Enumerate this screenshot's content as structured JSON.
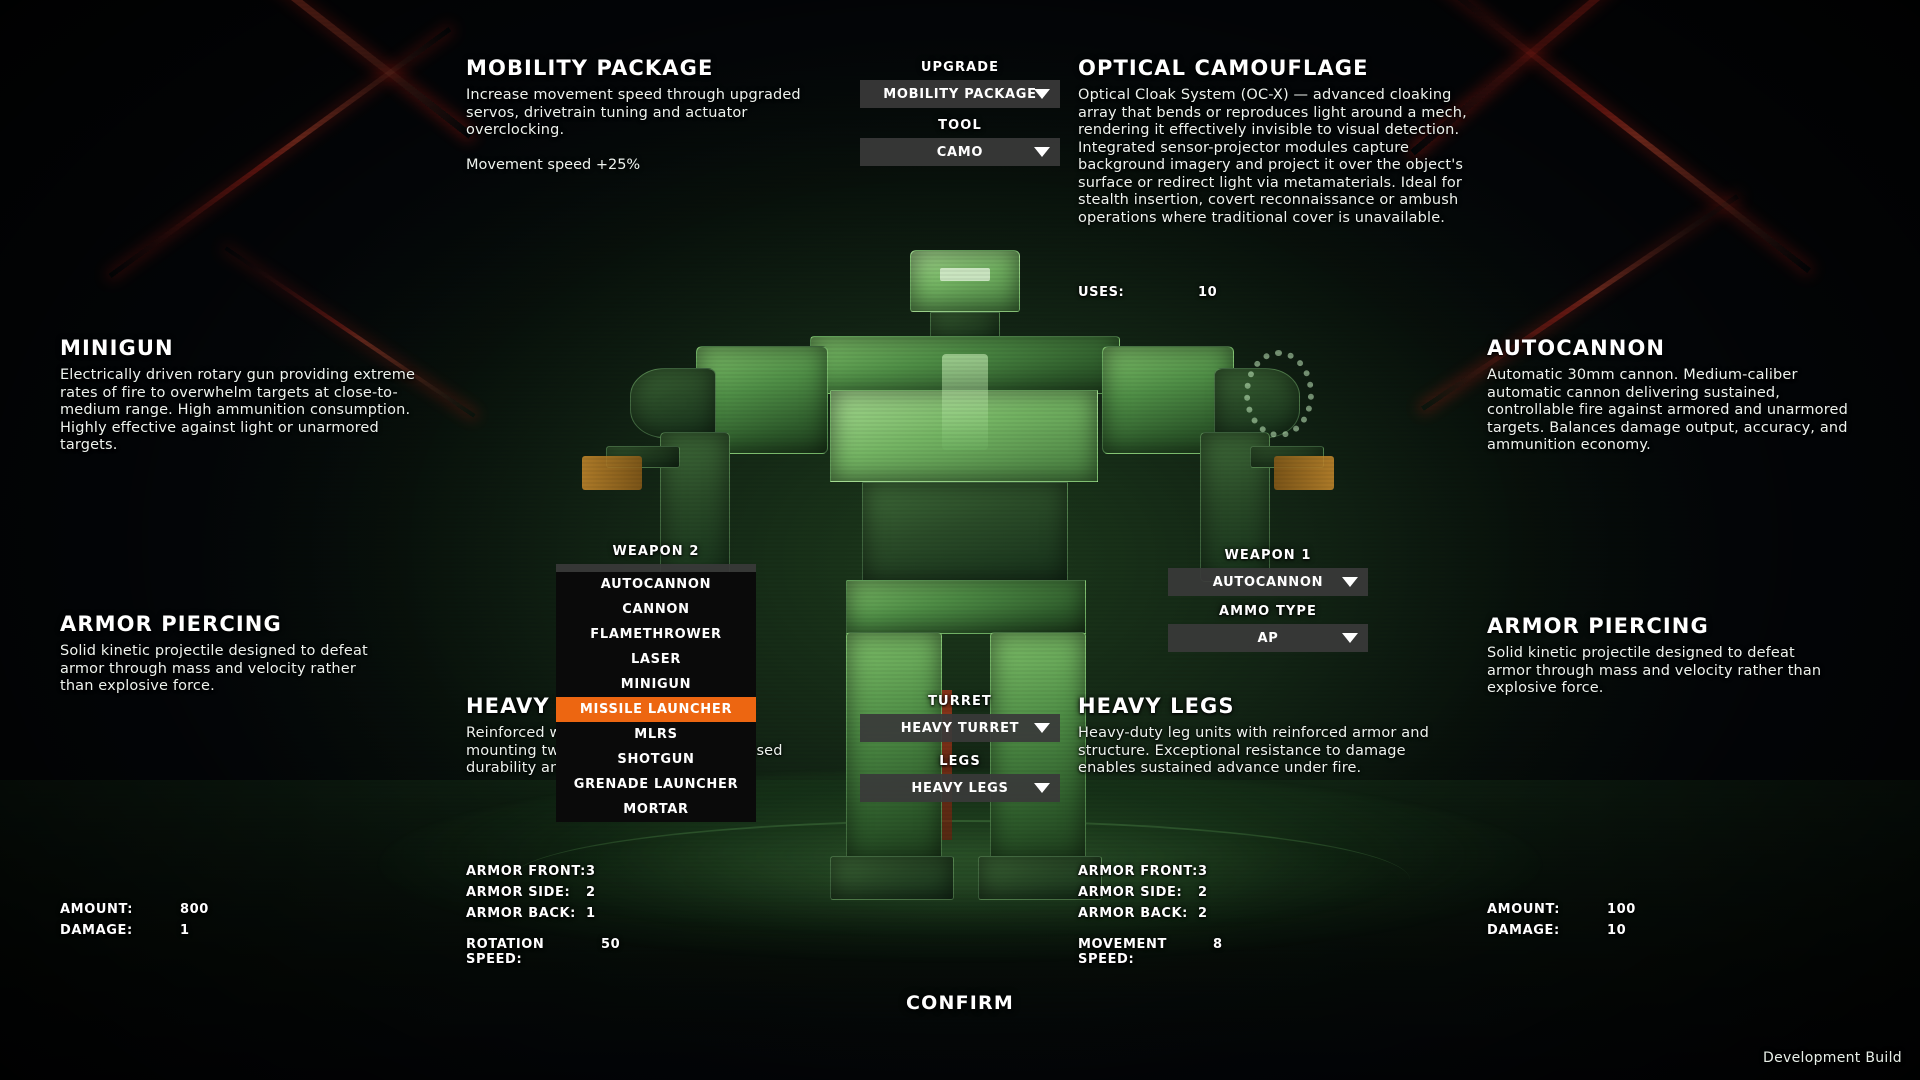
{
  "app": {
    "build_tag": "Development Build",
    "confirm_label": "CONFIRM",
    "accent_color": "#ED6611",
    "dropdown_bg": "#3A3A3A",
    "list_bg": "#0A0A0A"
  },
  "upgrade_panel": {
    "title": "MOBILITY PACKAGE",
    "description": "Increase movement speed through upgraded servos, drivetrain tuning and actuator overclocking.",
    "effect": "Movement speed +25%"
  },
  "tool_panel": {
    "title": "OPTICAL CAMOUFLAGE",
    "description": "Optical Cloak System (OC-X) — advanced cloaking array that bends or reproduces light around a mech, rendering it effectively invisible to visual detection. Integrated sensor-projector modules capture background imagery and project it over the object's surface or redirect light via metamaterials. Ideal for stealth insertion, covert reconnaissance or ambush operations where traditional cover is unavailable.",
    "stats": [
      {
        "label": "USES:",
        "value": "10"
      }
    ]
  },
  "weapon2_panel": {
    "title": "MINIGUN",
    "description": "Electrically driven rotary gun providing extreme rates of fire to overwhelm targets at close-to-medium range. High ammunition consumption. Highly effective against light or unarmored targets."
  },
  "weapon1_panel": {
    "title": "AUTOCANNON",
    "description": "Automatic 30mm cannon. Medium-caliber automatic cannon delivering sustained, controllable fire against armored and unarmored targets. Balances damage output, accuracy, and ammunition economy."
  },
  "ammo2_panel": {
    "title": "ARMOR PIERCING",
    "description": "Solid kinetic projectile designed to defeat armor through mass and velocity rather than explosive force.",
    "stats": [
      {
        "label": "AMOUNT:",
        "value": "800"
      },
      {
        "label": "DAMAGE:",
        "value": "1"
      }
    ]
  },
  "ammo1_panel": {
    "title": "ARMOR PIERCING",
    "description": "Solid kinetic projectile designed to defeat armor through mass and velocity rather than explosive force.",
    "stats": [
      {
        "label": "AMOUNT:",
        "value": "100"
      },
      {
        "label": "DAMAGE:",
        "value": "10"
      }
    ]
  },
  "turret_panel": {
    "title": "HEAVY TURRET",
    "description": "Reinforced weapon mount capable of mounting two primary weapons. Increased durability and firepower.",
    "stats": [
      {
        "label": "ARMOR FRONT:",
        "value": "3"
      },
      {
        "label": "ARMOR SIDE:",
        "value": "2"
      },
      {
        "label": "ARMOR BACK:",
        "value": "1"
      },
      {
        "label": "ROTATION SPEED:",
        "value": "50"
      }
    ]
  },
  "legs_panel": {
    "title": "HEAVY LEGS",
    "description": "Heavy-duty leg units with reinforced armor and structure. Exceptional resistance to damage enables sustained advance under fire.",
    "stats": [
      {
        "label": "ARMOR FRONT:",
        "value": "3"
      },
      {
        "label": "ARMOR SIDE:",
        "value": "2"
      },
      {
        "label": "ARMOR BACK:",
        "value": "2"
      },
      {
        "label": "MOVEMENT SPEED:",
        "value": "8"
      }
    ]
  },
  "selectors": {
    "upgrade": {
      "label": "UPGRADE",
      "value": "MOBILITY PACKAGE"
    },
    "tool": {
      "label": "TOOL",
      "value": "CAMO"
    },
    "weapon2": {
      "label": "WEAPON 2",
      "value": "MINIGUN",
      "open": true,
      "highlighted": "MISSILE LAUNCHER",
      "options": [
        "AUTOCANNON",
        "CANNON",
        "FLAMETHROWER",
        "LASER",
        "MINIGUN",
        "MISSILE LAUNCHER",
        "MLRS",
        "SHOTGUN",
        "GRENADE LAUNCHER",
        "MORTAR"
      ]
    },
    "weapon1": {
      "label": "WEAPON 1",
      "value": "AUTOCANNON"
    },
    "ammo_type": {
      "label": "AMMO TYPE",
      "value": "AP"
    },
    "turret": {
      "label": "TURRET",
      "value": "HEAVY TURRET"
    },
    "legs": {
      "label": "LEGS",
      "value": "HEAVY LEGS"
    }
  },
  "icons": {
    "caret": "chevron-down-icon"
  }
}
